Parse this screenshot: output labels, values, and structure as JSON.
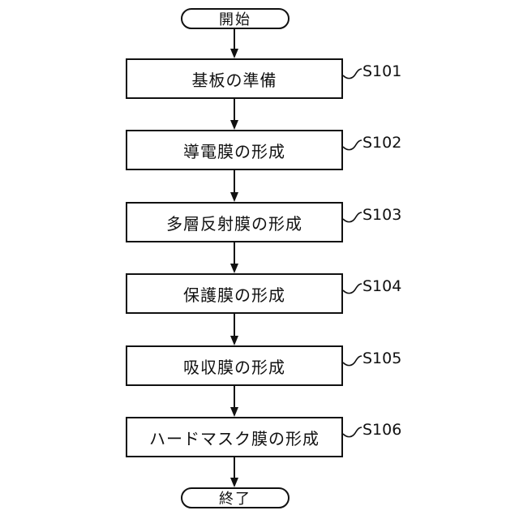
{
  "diagram": {
    "type": "flowchart",
    "orientation": "top-to-bottom",
    "start_label": "開始",
    "end_label": "終了",
    "steps": [
      {
        "step_id": "S101",
        "label": "基板の準備"
      },
      {
        "step_id": "S102",
        "label": "導電膜の形成"
      },
      {
        "step_id": "S103",
        "label": "多層反射膜の形成"
      },
      {
        "step_id": "S104",
        "label": "保護膜の形成"
      },
      {
        "step_id": "S105",
        "label": "吸収膜の形成"
      },
      {
        "step_id": "S106",
        "label": "ハードマスク膜の形成"
      }
    ],
    "edges": [
      "start->S101",
      "S101->S102",
      "S102->S103",
      "S103->S104",
      "S104->S105",
      "S105->S106",
      "S106->end"
    ],
    "colors": {
      "line": "#111111",
      "background": "#ffffff",
      "box_fill": "#ffffff",
      "text": "#111111"
    }
  }
}
